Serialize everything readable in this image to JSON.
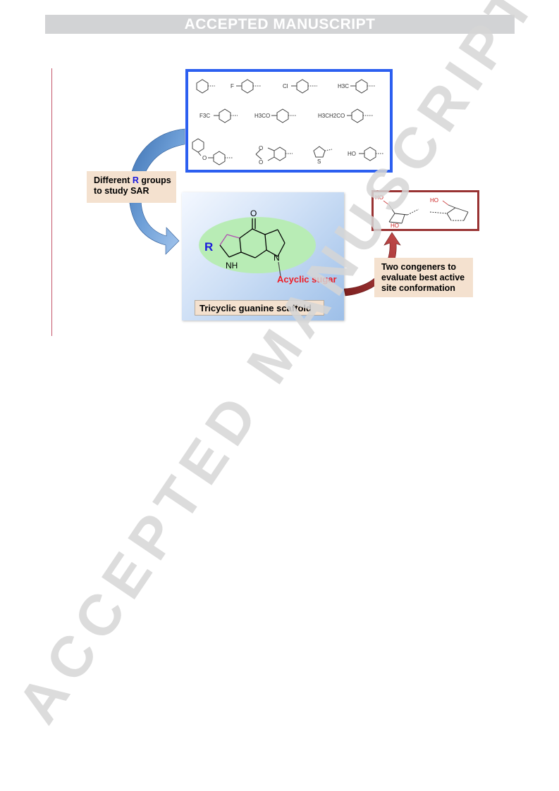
{
  "header": {
    "banner_text": "ACCEPTED MANUSCRIPT"
  },
  "watermark": {
    "text": "ACCEPTED MANUSCRIPT"
  },
  "figure": {
    "r_note": {
      "prefix": "Different ",
      "r_letter": "R",
      "suffix": " groups",
      "line2": "to study SAR"
    },
    "congeners_note": {
      "line1": "Two congeners to",
      "line2": "evaluate best active",
      "line3": "site conformation"
    },
    "scaffold_label": "Tricyclic guanine scaffold",
    "scaffold": {
      "r_label": "R",
      "nh_label": "NH",
      "n_label": "N",
      "o_label": "O",
      "sugar_label": "Acyclic sugar"
    },
    "substituents": [
      "F",
      "Cl",
      "H3C",
      "F3C",
      "H3CO",
      "H3CH2CO",
      "O",
      "O",
      "O",
      "S",
      "HO"
    ],
    "sugar_labels": [
      "HO",
      "HO",
      "HO"
    ],
    "colors": {
      "subs_border": "#2c5ff0",
      "sugar_box_border": "#993333",
      "arrow_red": "#a83a3a",
      "arrow_blue": "#4a7fc0",
      "oval": "#b8ecb5",
      "sugar_text": "#ee1c24",
      "r_blue": "#1a1adc"
    }
  }
}
